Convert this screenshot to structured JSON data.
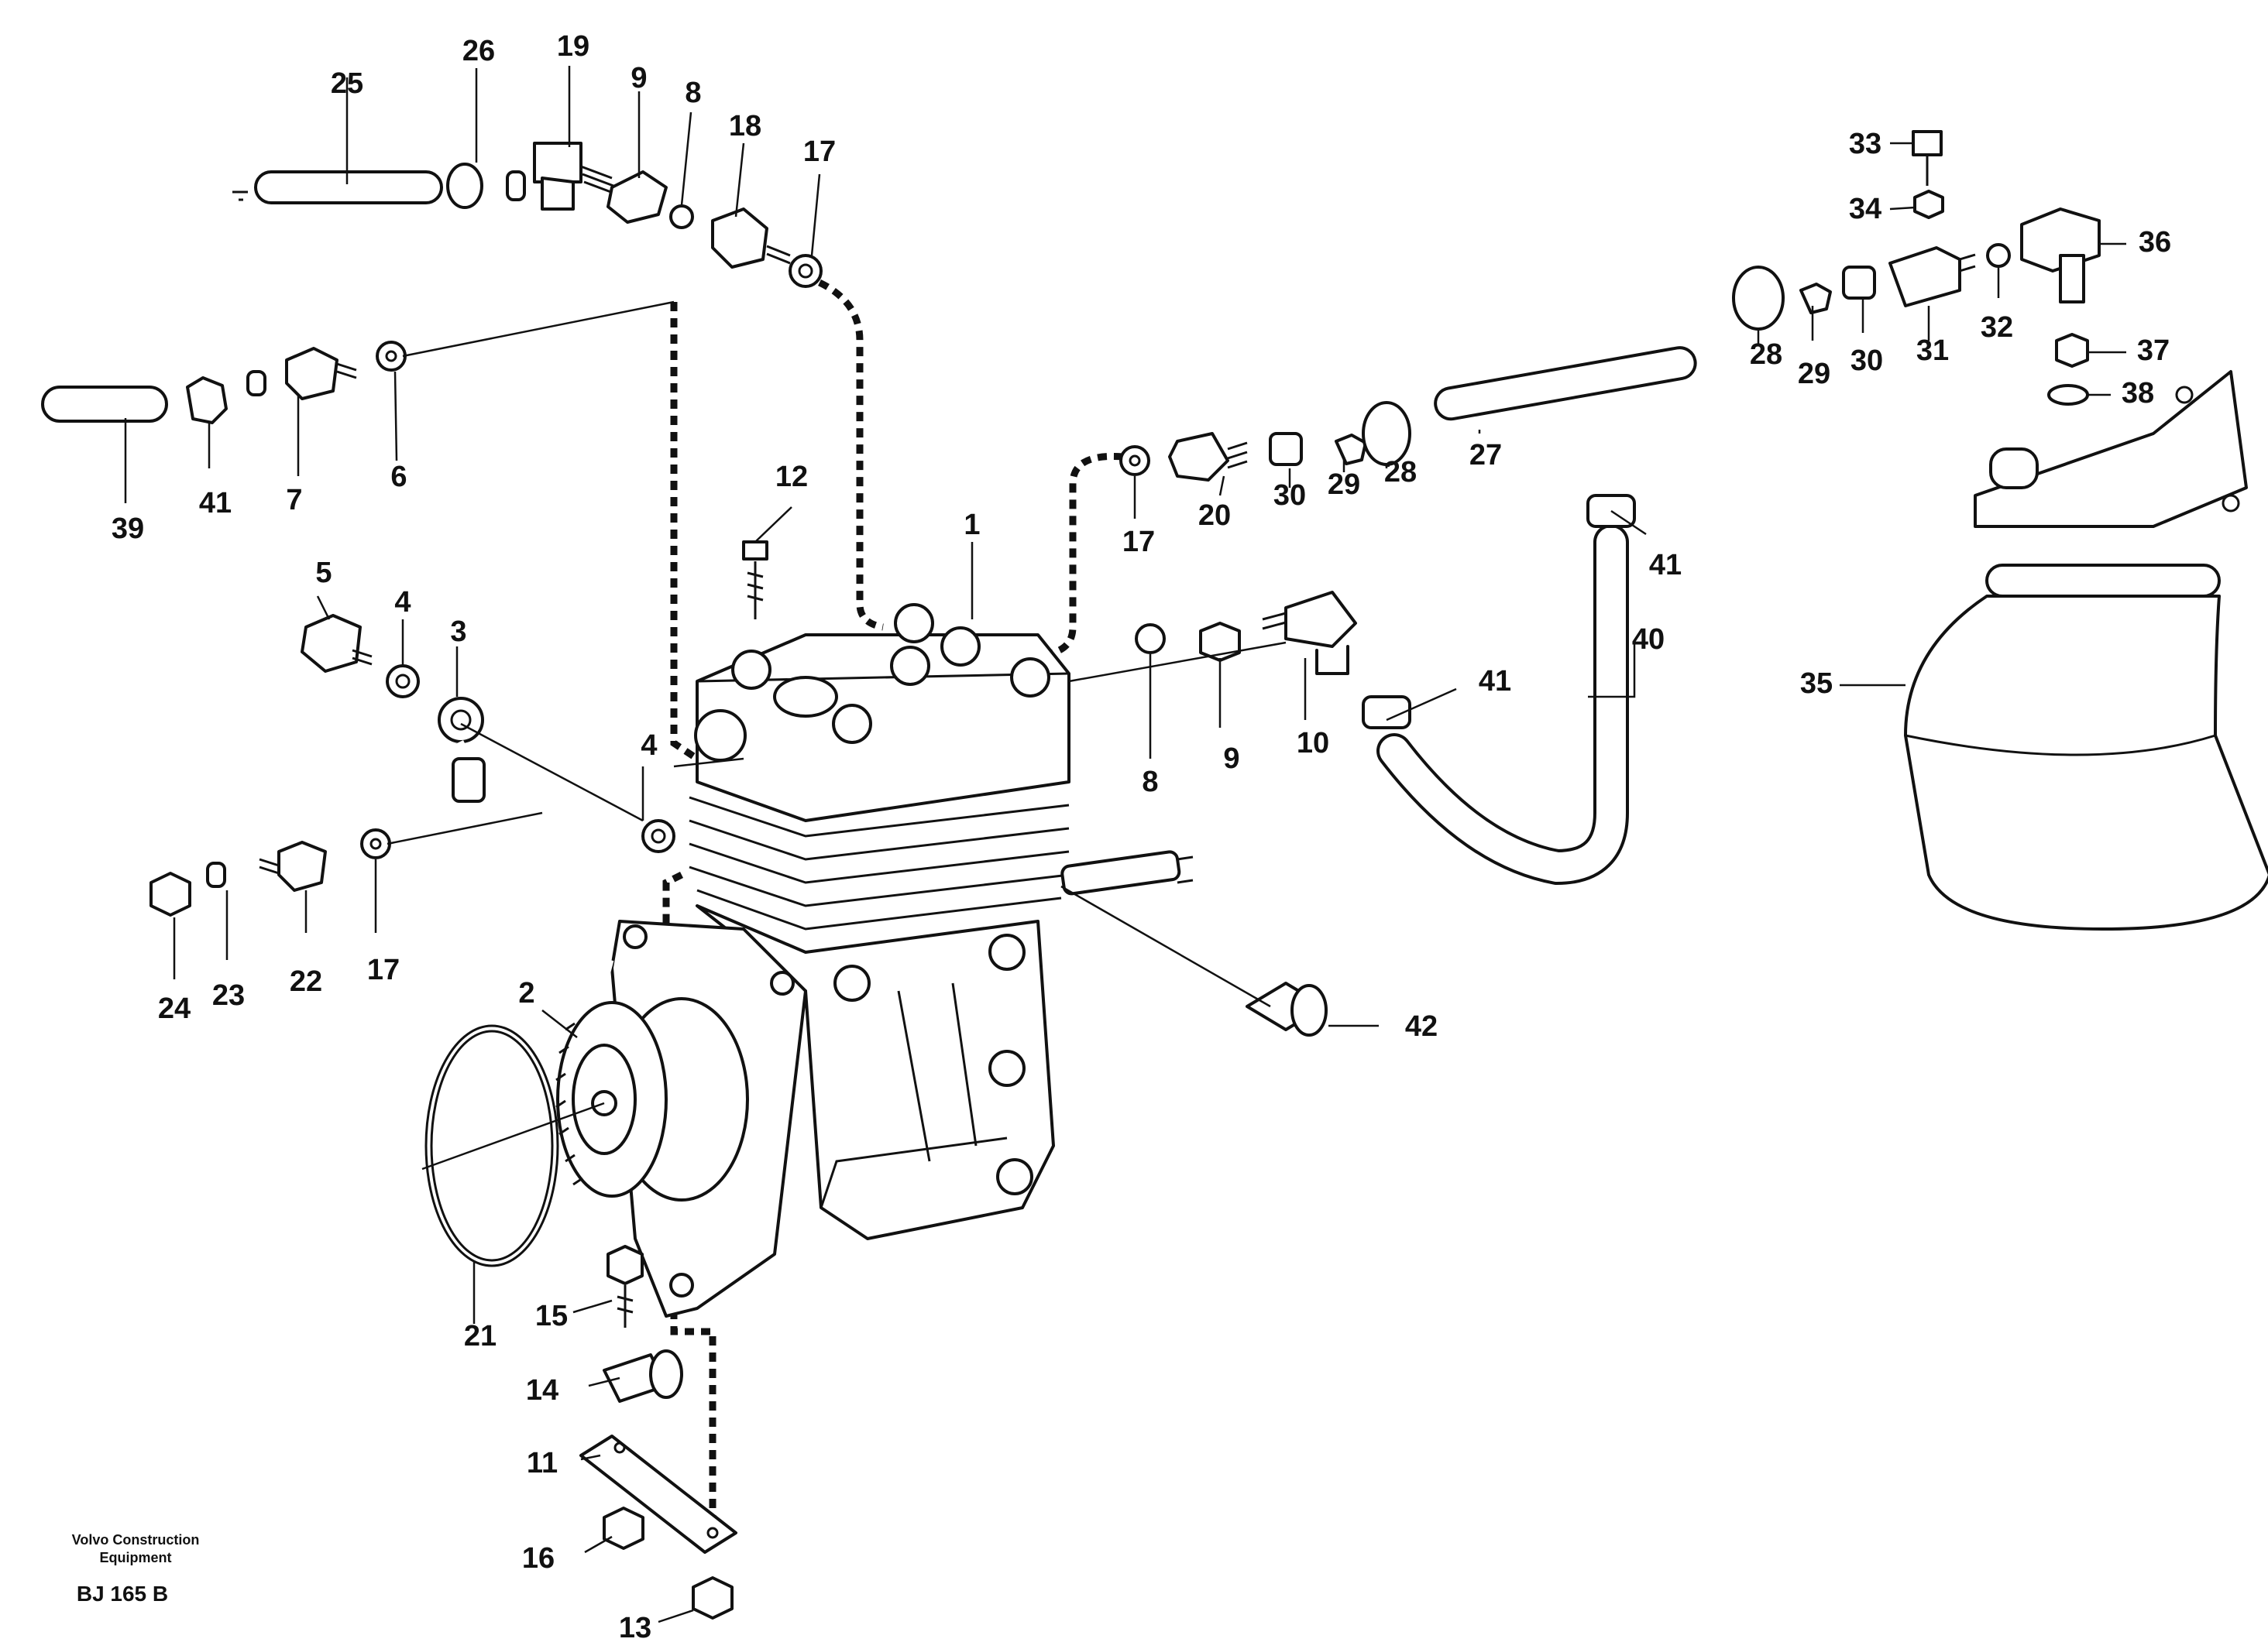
{
  "diagram": {
    "callouts": {
      "c1": "1",
      "c2": "2",
      "c3": "3",
      "c4a": "4",
      "c4b": "4",
      "c5": "5",
      "c6": "6",
      "c7": "7",
      "c8a": "8",
      "c8b": "8",
      "c9a": "9",
      "c9b": "9",
      "c10": "10",
      "c11": "11",
      "c12": "12",
      "c13": "13",
      "c14": "14",
      "c15": "15",
      "c16": "16",
      "c17a": "17",
      "c17b": "17",
      "c17c": "17",
      "c18": "18",
      "c19": "19",
      "c20": "20",
      "c21": "21",
      "c22": "22",
      "c23": "23",
      "c24": "24",
      "c25": "25",
      "c26": "26",
      "c27": "27",
      "c28a": "28",
      "c28b": "28",
      "c29a": "29",
      "c29b": "29",
      "c30a": "30",
      "c30b": "30",
      "c31": "31",
      "c32": "32",
      "c33": "33",
      "c34": "34",
      "c35": "35",
      "c36": "36",
      "c37": "37",
      "c38": "38",
      "c39": "39",
      "c40": "40",
      "c41a": "41",
      "c41b": "41",
      "c41c": "41",
      "c42": "42"
    },
    "footer": {
      "brand_line1": "Volvo Construction",
      "brand_line2": "Equipment",
      "reference": "BJ 165 B"
    }
  }
}
